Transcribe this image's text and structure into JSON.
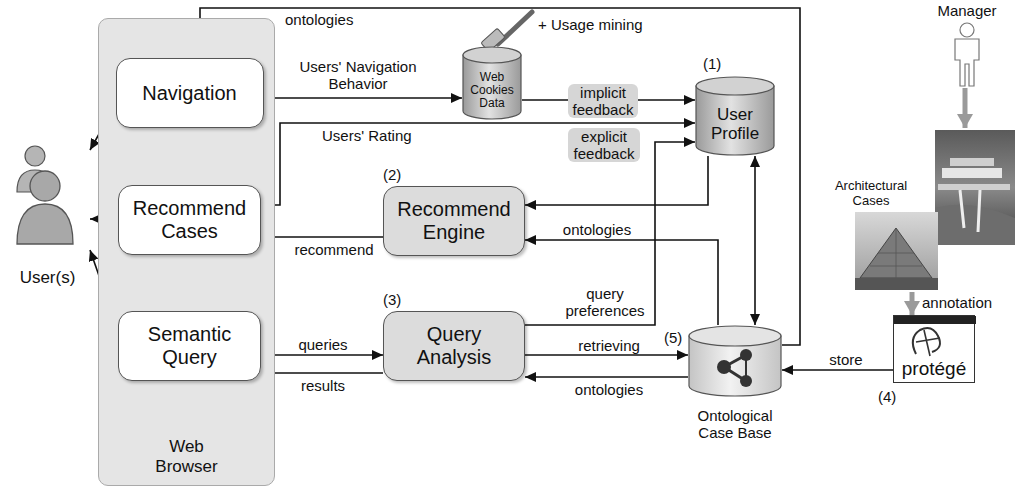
{
  "diagram": {
    "nodes": [
      {
        "text": [
          "Web Browser"
        ]
      },
      {
        "text": [
          "Navigation"
        ],
        "in": 0
      },
      {
        "text": [
          "Recommend Cases"
        ],
        "in": 0
      },
      {
        "text": [
          "Semantic Query"
        ],
        "in": 0
      },
      {
        "text": [
          "User(s)"
        ]
      },
      {
        "text": [
          "Web Cookies Data"
        ]
      },
      {
        "text": [
          "User Profile"
        ]
      },
      {
        "text": [
          "Recommend Engine"
        ]
      },
      {
        "text": [
          "Query Analysis"
        ]
      },
      {
        "text": [
          "Ontological Case Base"
        ]
      },
      {
        "text": [
          "protégé"
        ]
      },
      {
        "text": [
          "Manager"
        ]
      },
      {
        "text": [
          "Architectural Cases"
        ]
      }
    ],
    "edges": [
      {
        "from": 4,
        "to": 1,
        "arrow": "both"
      },
      {
        "from": 4,
        "to": 2,
        "arrow": "both"
      },
      {
        "from": 4,
        "to": 3,
        "arrow": "both"
      },
      {
        "from": 9,
        "to": 1,
        "label": "ontologies",
        "arrow": "to"
      },
      {
        "from": 1,
        "to": 5,
        "label": "Users' Navigation Behavior",
        "arrow": "to"
      },
      {
        "from": 5,
        "to": 6,
        "label": "implicit feedback",
        "arrow": "to"
      },
      {
        "from": 2,
        "to": 6,
        "label": "Users' Rating",
        "arrow": "to"
      },
      {
        "from": 6,
        "to": 7,
        "arrow": "to"
      },
      {
        "from": 7,
        "to": 2,
        "label": "recommend",
        "arrow": "to"
      },
      {
        "from": 9,
        "to": 7,
        "label": "ontologies",
        "arrow": "to"
      },
      {
        "from": 3,
        "to": 8,
        "label": "queries",
        "arrow": "to"
      },
      {
        "from": 8,
        "to": 3,
        "label": "results",
        "arrow": "to"
      },
      {
        "from": 8,
        "to": 6,
        "label": "query preferences",
        "arrow": "to"
      },
      {
        "from": 8,
        "to": 9,
        "label": "retrieving",
        "arrow": "to"
      },
      {
        "from": 9,
        "to": 8,
        "label": "ontologies",
        "arrow": "to"
      },
      {
        "from": 6,
        "to": 9,
        "arrow": "both"
      },
      {
        "from": 10,
        "to": 9,
        "label": "store",
        "arrow": "to"
      },
      {
        "from": 11,
        "to": 12,
        "arrow": "to"
      },
      {
        "from": 12,
        "to": 10,
        "label": "annotation",
        "arrow": "to"
      }
    ],
    "labels": [
      "+ Usage mining",
      "explicit feedback",
      "(1)",
      "(2)",
      "(3)",
      "(4)",
      "(5)"
    ]
  }
}
